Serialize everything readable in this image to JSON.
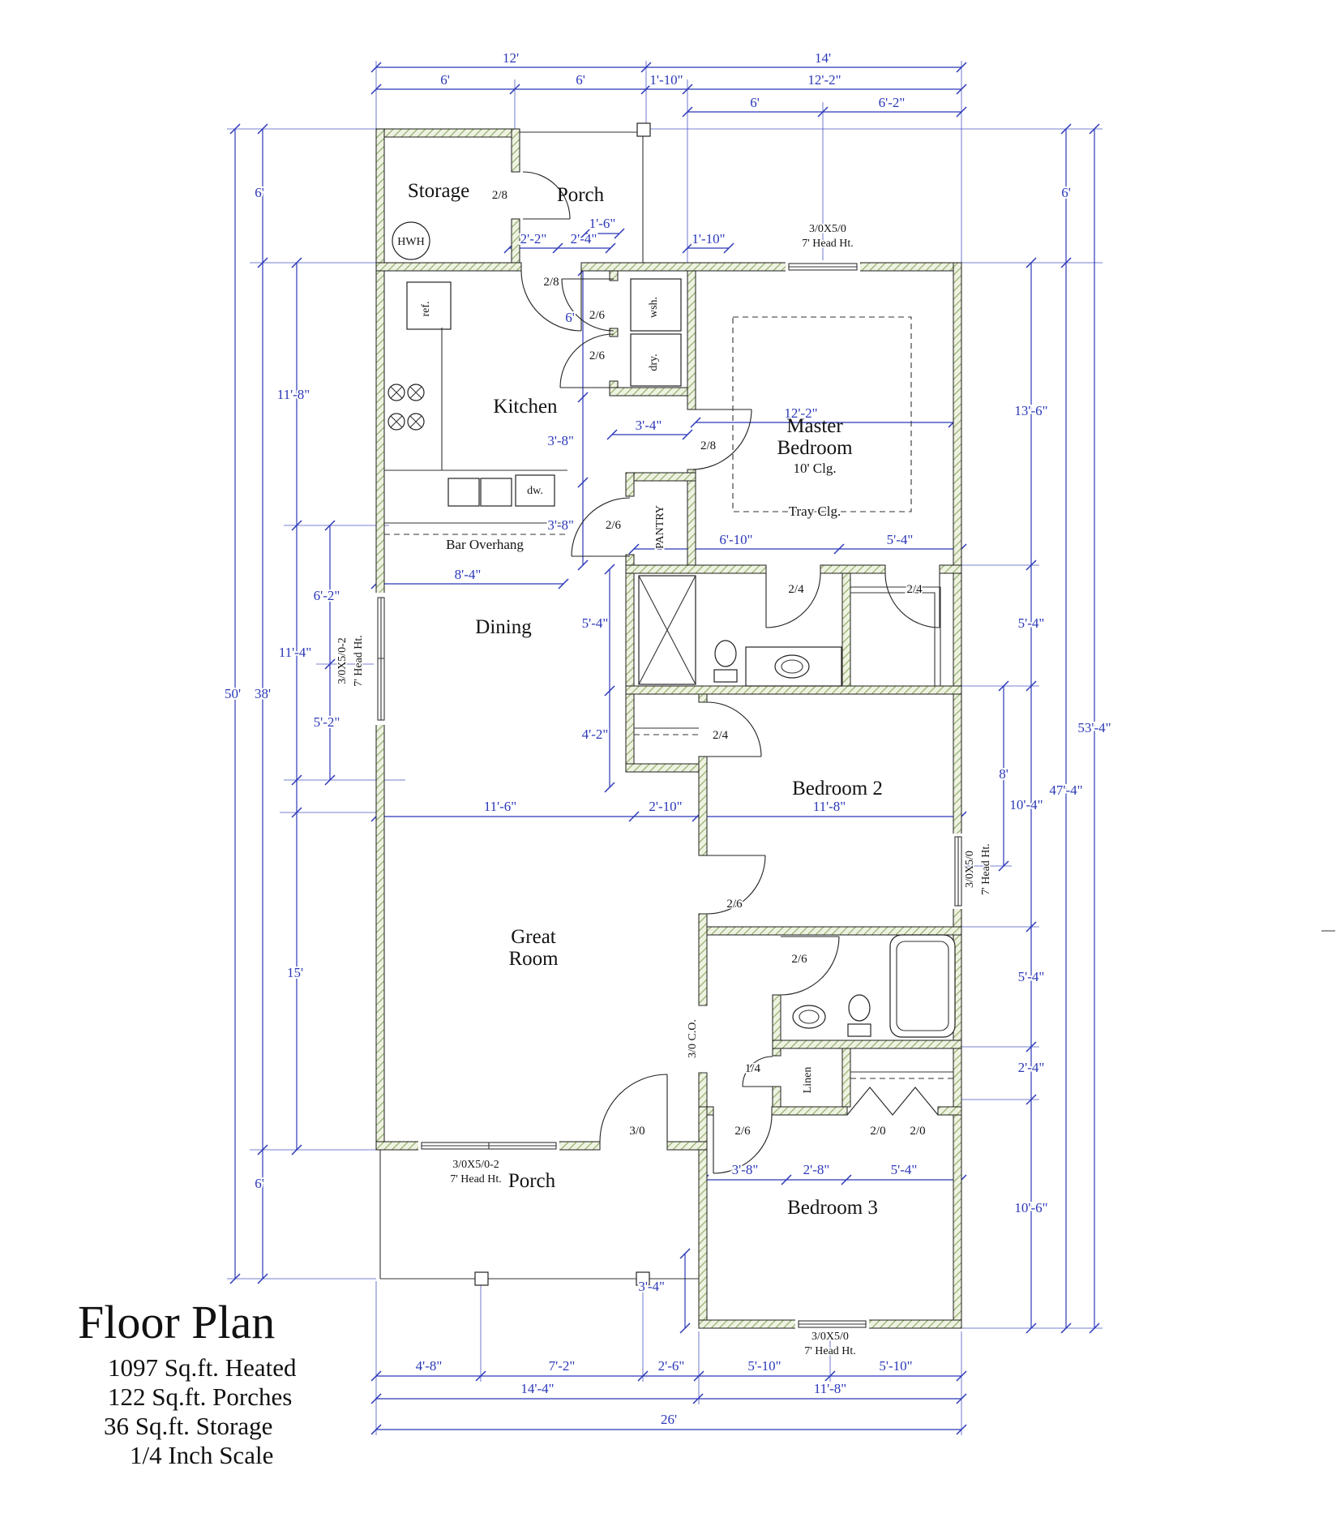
{
  "drawing": {
    "title": "Floor Plan",
    "stats": [
      "1097 Sq.ft. Heated",
      "122 Sq.ft. Porches",
      "36 Sq.ft. Storage",
      "1/4 Inch Scale"
    ]
  },
  "rooms": {
    "storage": "Storage",
    "porch_top": "Porch",
    "kitchen": "Kitchen",
    "master_line1": "Master",
    "master_line2": "Bedroom",
    "master_ceiling": "10' Clg.",
    "master_tray": "Tray Clg.",
    "dining": "Dining",
    "bedroom2": "Bedroom 2",
    "great_line1": "Great",
    "great_line2": "Room",
    "porch_bottom": "Porch",
    "bedroom3": "Bedroom 3",
    "pantry": "PANTRY",
    "linen": "Linen"
  },
  "fixtures": {
    "hwh": "HWH",
    "ref": "ref.",
    "washer": "wsh.",
    "dryer": "dry.",
    "dishwasher": "dw.",
    "bar_overhang": "Bar Overhang",
    "cased_opening": "3/0 C.O."
  },
  "doors": {
    "storage": "2/8",
    "kitchen_entry": "2/8",
    "washer": "2/6",
    "dryer": "2/6",
    "pantry": "2/6",
    "master": "2/8",
    "master_bath": "2/4",
    "master_closet": "2/4",
    "bed2_closet": "2/4",
    "bed2_entry": "2/6",
    "bath2": "2/6",
    "linen": "1/4",
    "front": "3/0",
    "bed3_entry": "2/6",
    "bed3_closet_l": "2/0",
    "bed3_closet_r": "2/0"
  },
  "windows": {
    "single": "3/0X5/0",
    "double": "3/0X5/0-2",
    "head": "7' Head Ht."
  },
  "dims": {
    "top": {
      "a": "12'",
      "b": "14'",
      "c": "6'",
      "d": "6'",
      "e": "1'-10\"",
      "f": "12'-2\"",
      "g": "6'",
      "h": "6'-2\""
    },
    "left": {
      "a": "6'",
      "b": "11'-8\"",
      "c": "6'-2\"",
      "d": "11'-4\"",
      "e": "5'-2\"",
      "f": "50'",
      "g": "38'",
      "h": "15'",
      "i": "6'"
    },
    "right": {
      "a": "6'",
      "b": "13'-6\"",
      "c": "5'-4\"",
      "d": "53'-4\"",
      "e": "8'",
      "f": "10'-4\"",
      "g": "47'-4\"",
      "h": "5'-4\"",
      "i": "2'-4\"",
      "j": "10'-6\""
    },
    "bottom": {
      "a": "4'-8\"",
      "b": "7'-2\"",
      "c": "2'-6\"",
      "d": "5'-10\"",
      "e": "5'-10\"",
      "f": "14'-4\"",
      "g": "11'-8\"",
      "h": "26'"
    },
    "inner": {
      "a": "1'-6\"",
      "b": "2'-2\"",
      "c": "2'-4\"",
      "d": "1'-10\"",
      "e": "6'",
      "f": "12'-2\"",
      "g": "3'-4\"",
      "h": "3'-8\"",
      "i": "3'-8\"",
      "j": "6'-10\"",
      "k": "5'-4\"",
      "l": "8'-4\"",
      "m": "5'-4\"",
      "n": "4'-2\"",
      "o": "11'-6\"",
      "p": "2'-10\"",
      "q": "11'-8\"",
      "r": "3'-8\"",
      "s": "2'-8\"",
      "t": "5'-4\"",
      "u": "3'-4\""
    }
  }
}
